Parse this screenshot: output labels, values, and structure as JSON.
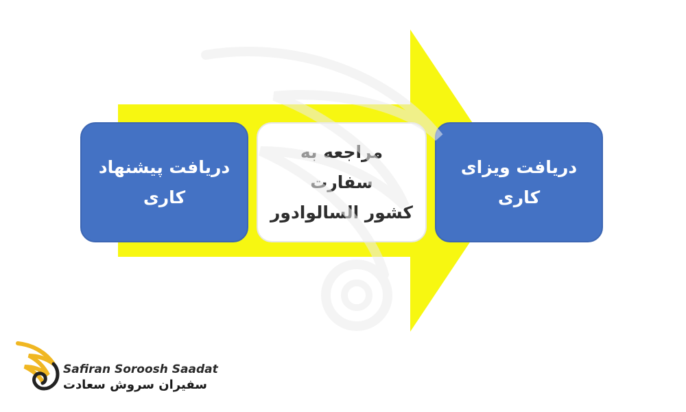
{
  "colors": {
    "arrow": "#f7f711",
    "box_blue": "#4472c4",
    "box_white": "#ffffff",
    "logo_gold": "#f0b722"
  },
  "steps": [
    {
      "line1": "دریافت پیشنهاد",
      "line2": "کاری"
    },
    {
      "line1": "مراجعه به سفارت",
      "line2": "کشور السالوادور"
    },
    {
      "line1": "دریافت ویزای",
      "line2": "کاری"
    }
  ],
  "logo": {
    "latin": "Safiran Soroosh Saadat",
    "farsi": "سفیران سروش سعادت"
  },
  "icons": [
    "forward-arrow-icon",
    "wing-watermark-icon",
    "wing-logo-icon"
  ]
}
